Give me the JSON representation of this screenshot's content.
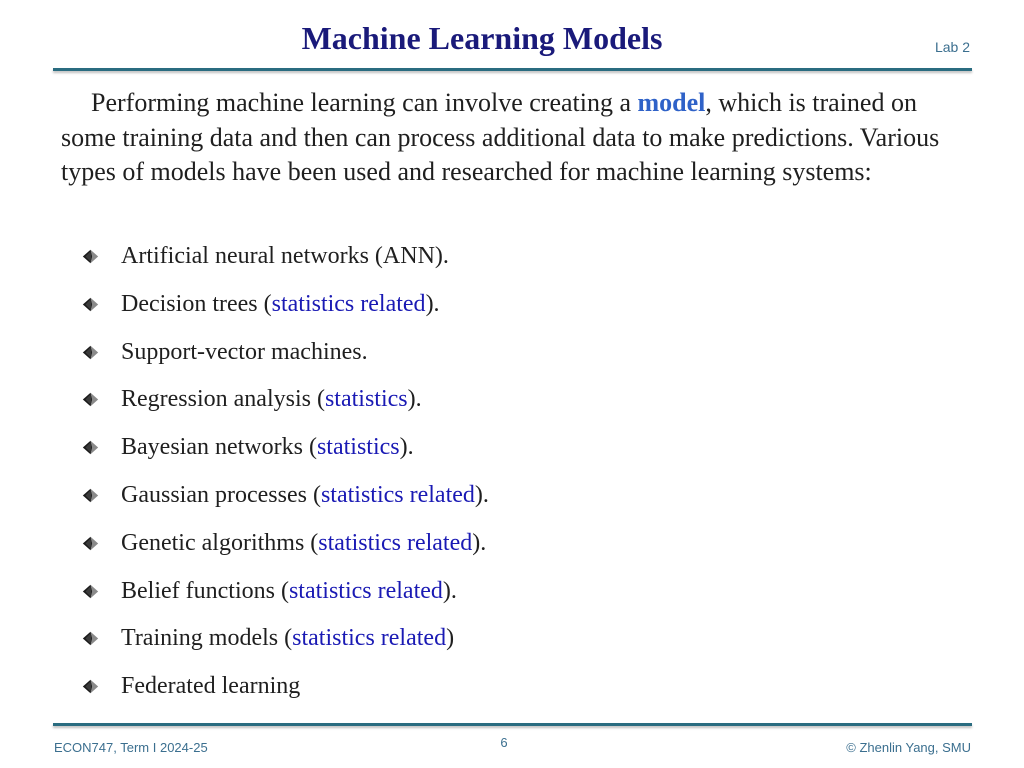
{
  "header": {
    "title": "Machine Learning Models",
    "lab": "Lab 2"
  },
  "intro": {
    "before": "Performing machine learning can involve creating a ",
    "keyword": "model",
    "after": ", which is trained on some training data and then can process additional data to make predictions. Various types of models have been used and researched for machine learning systems:"
  },
  "items": [
    {
      "text": "Artificial neural networks (ANN).",
      "link": "",
      "suffix": ""
    },
    {
      "text": "Decision trees (",
      "link": "statistics related",
      "suffix": ")."
    },
    {
      "text": "Support-vector machines.",
      "link": "",
      "suffix": ""
    },
    {
      "text": "Regression analysis (",
      "link": "statistics",
      "suffix": ")."
    },
    {
      "text": "Bayesian networks (",
      "link": "statistics",
      "suffix": ")."
    },
    {
      "text": "Gaussian processes (",
      "link": "statistics related",
      "suffix": ")."
    },
    {
      "text": "Genetic algorithms (",
      "link": "statistics related",
      "suffix": ")."
    },
    {
      "text": "Belief functions (",
      "link": "statistics related",
      "suffix": ")."
    },
    {
      "text": "Training models (",
      "link": "statistics related",
      "suffix": ")"
    },
    {
      "text": "Federated learning",
      "link": "",
      "suffix": ""
    }
  ],
  "footer": {
    "course": "ECON747, Term I  2024-25",
    "page": "6",
    "copyright": "© Zhenlin Yang, SMU"
  },
  "icons": {
    "bullet": "arrow-bullet-icon"
  },
  "colors": {
    "title": "#1a1a7a",
    "keyword": "#2f62c8",
    "link": "#1a1ab4",
    "rule": "#2a6c80",
    "footer": "#3b6f8f"
  }
}
